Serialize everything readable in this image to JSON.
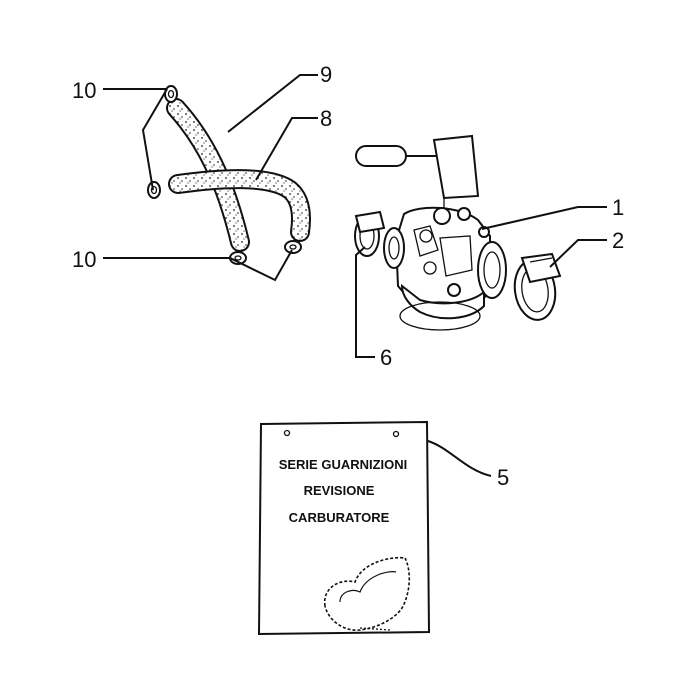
{
  "callouts": {
    "c1": "1",
    "c2": "2",
    "c5": "5",
    "c6": "6",
    "c8": "8",
    "c9": "9",
    "c10_top": "10",
    "c10_bottom": "10"
  },
  "gasket_kit": {
    "line1": "SERIE GUARNIZIONI",
    "line2": "REVISIONE",
    "line3": "CARBURATORE"
  }
}
